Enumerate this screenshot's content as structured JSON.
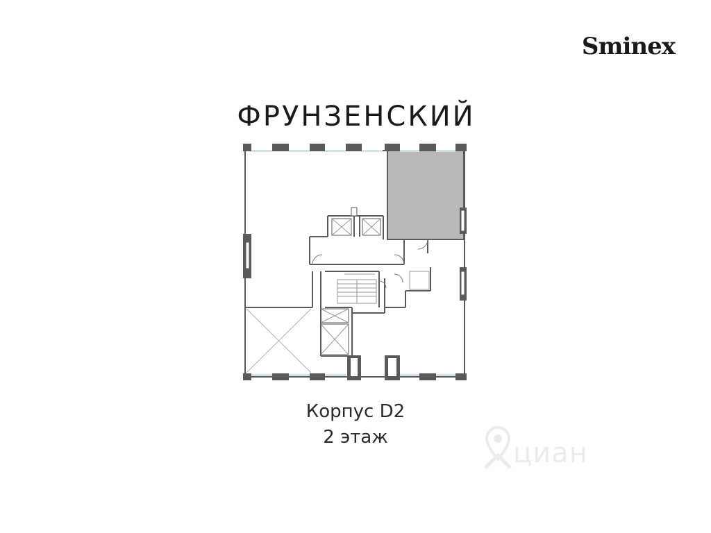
{
  "brand": {
    "logo_text": "Sminex"
  },
  "project": {
    "title": "ФРУНЗЕНСКИЙ"
  },
  "plan": {
    "highlight_color": "#b9b9b9",
    "wall_color": "#5a5a5a",
    "window_color": "#cfe3ea",
    "highlighted_unit": "selected-apartment"
  },
  "caption": {
    "building": "Корпус D2",
    "floor": "2 этаж"
  },
  "watermark": {
    "text": "циан",
    "icon": "map-pin-icon"
  }
}
